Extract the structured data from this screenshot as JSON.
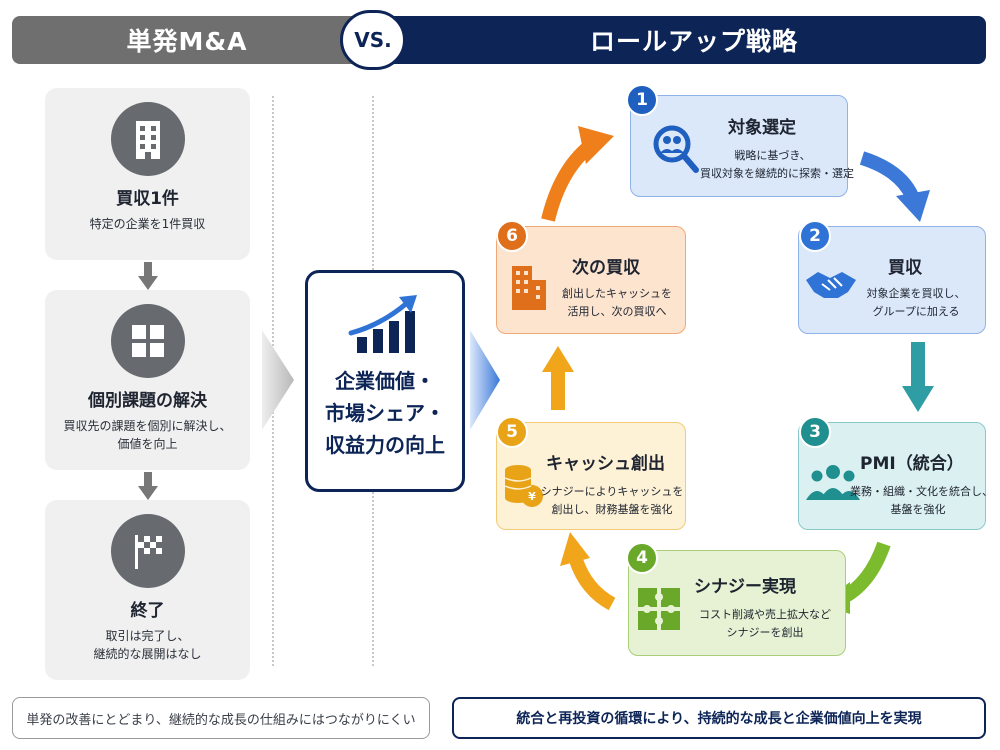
{
  "header": {
    "left_title": "単発M&A",
    "vs": "VS.",
    "right_title": "ロールアップ戦略"
  },
  "single": {
    "steps": [
      {
        "icon": "building-icon",
        "title": "買収1件",
        "desc": "特定の企業を1件買収"
      },
      {
        "icon": "puzzle-icon",
        "title": "個別課題の解決",
        "desc1": "買収先の課題を個別に解決し、",
        "desc2": "価値を向上"
      },
      {
        "icon": "checkered-flag-icon",
        "title": "終了",
        "desc1": "取引は完了し、",
        "desc2": "継続的な展開はなし"
      }
    ]
  },
  "center": {
    "line1": "企業価値・",
    "line2": "市場シェア・",
    "line3": "収益力の向上"
  },
  "cycle": [
    {
      "num": "1",
      "title": "対象選定",
      "desc1": "戦略に基づき、",
      "desc2": "買収対象を継続的に探索・選定",
      "icon": "search-people-icon",
      "color": "#1f5fbf"
    },
    {
      "num": "2",
      "title": "買収",
      "desc1": "対象企業を買収し、",
      "desc2": "グループに加える",
      "icon": "handshake-icon",
      "color": "#2f73d6"
    },
    {
      "num": "3",
      "title": "PMI（統合）",
      "desc1": "業務・組織・文化を統合し、",
      "desc2": "基盤を強化",
      "icon": "team-icon",
      "color": "#1f8f8f"
    },
    {
      "num": "4",
      "title": "シナジー実現",
      "desc1": "コスト削減や売上拡大など",
      "desc2": "シナジーを創出",
      "icon": "puzzle-icon",
      "color": "#6aa82a"
    },
    {
      "num": "5",
      "title": "キャッシュ創出",
      "desc1": "シナジーによりキャッシュを",
      "desc2": "創出し、財務基盤を強化",
      "icon": "coins-icon",
      "color": "#e8a317"
    },
    {
      "num": "6",
      "title": "次の買収",
      "desc1": "創出したキャッシュを",
      "desc2": "活用し、次の買収へ",
      "icon": "building-icon",
      "color": "#e06f1c"
    }
  ],
  "footer": {
    "left": "単発の改善にとどまり、継続的な成長の仕組みにはつながりにくい",
    "right": "統合と再投資の循環により、持続的な成長と企業価値向上を実現"
  }
}
